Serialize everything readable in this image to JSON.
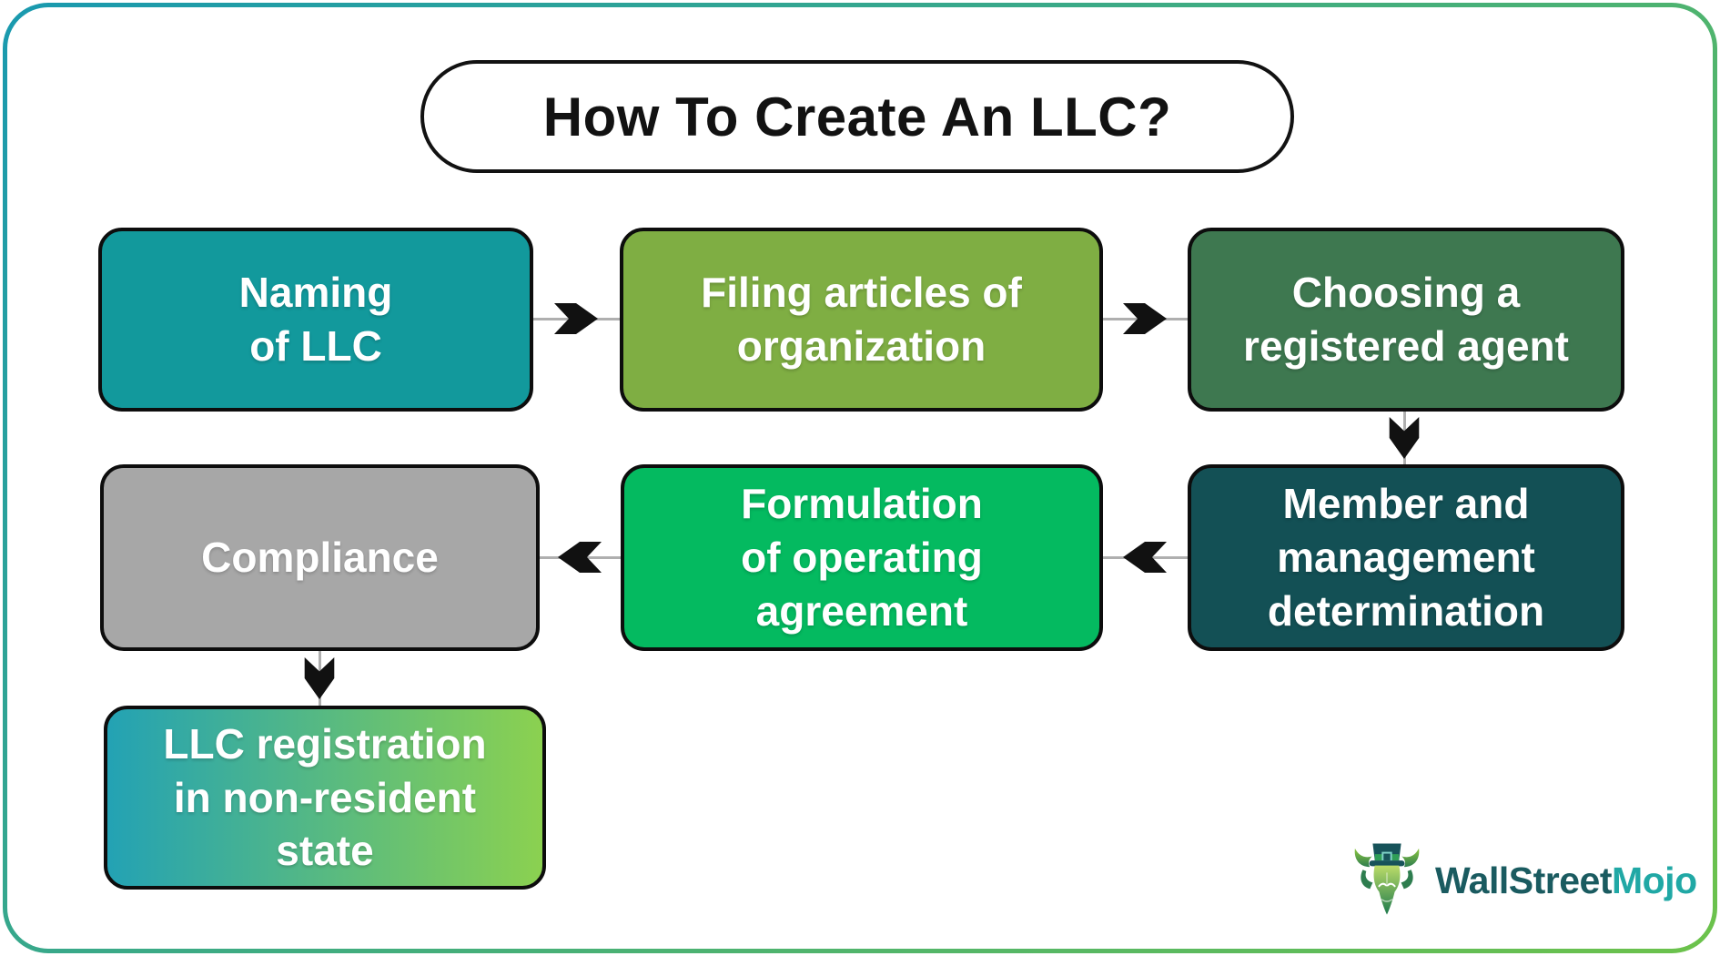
{
  "title": "How To Create An LLC?",
  "boxes": {
    "naming": {
      "label": "Naming\nof LLC"
    },
    "filing": {
      "label": "Filing articles of\norganization"
    },
    "agent": {
      "label": "Choosing a\nregistered agent"
    },
    "member": {
      "label": "Member and\nmanagement\ndetermination"
    },
    "operating": {
      "label": "Formulation\nof operating\nagreement"
    },
    "compliance": {
      "label": "Compliance"
    },
    "registration": {
      "label": "LLC registration\nin non-resident\nstate"
    }
  },
  "arrows": [
    {
      "from": "naming",
      "to": "filing",
      "direction": "right"
    },
    {
      "from": "filing",
      "to": "agent",
      "direction": "right"
    },
    {
      "from": "agent",
      "to": "member",
      "direction": "down"
    },
    {
      "from": "member",
      "to": "operating",
      "direction": "left"
    },
    {
      "from": "operating",
      "to": "compliance",
      "direction": "left"
    },
    {
      "from": "compliance",
      "to": "registration",
      "direction": "down"
    }
  ],
  "logo": {
    "brand_primary": "WallStreet",
    "brand_secondary": "Mojo",
    "icon": "bull-mascot-icon"
  },
  "colors": {
    "border-start": "#1999AF",
    "border-end": "#6CC24B",
    "box-naming": "#12999C",
    "box-filing": "#7FAE43",
    "box-agent": "#3E7850",
    "box-member": "#135055",
    "box-operating": "#04BA60",
    "box-compliance": "#A7A7A7",
    "box-registration-start": "#23A2B4",
    "box-registration-end": "#8BD150",
    "connector-line": "#AFAFAF",
    "arrowhead": "#111111",
    "logo-primary": "#1A5B60",
    "logo-secondary": "#20A8A5"
  }
}
